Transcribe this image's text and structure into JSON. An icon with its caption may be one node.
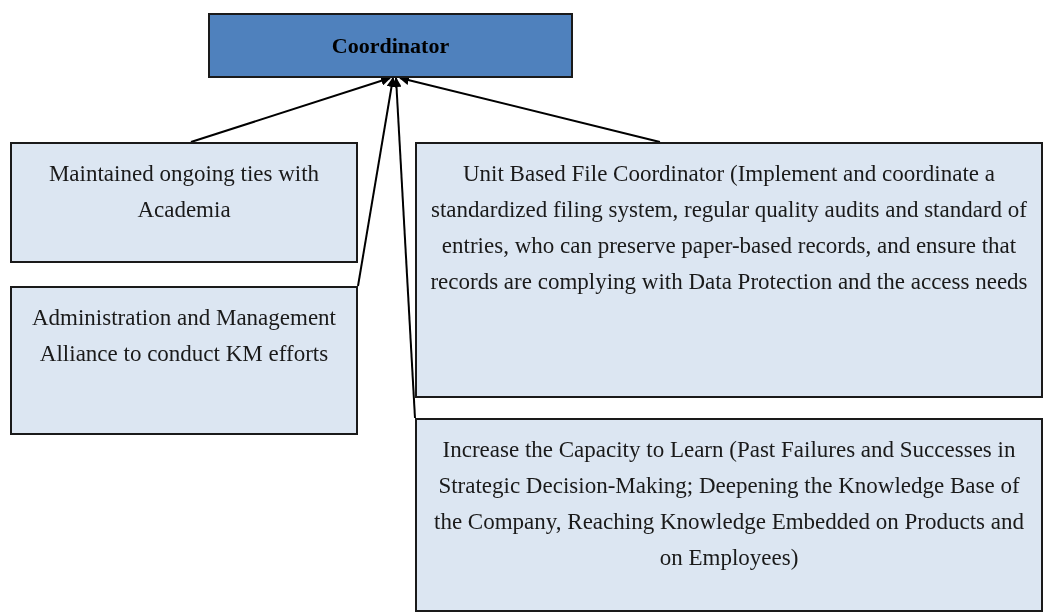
{
  "diagram": {
    "nodes": [
      {
        "text": [
          "Coordinator"
        ]
      },
      {
        "text": [
          "Maintained ongoing ties with Academia"
        ]
      },
      {
        "text": [
          "Administration and Management Alliance to conduct KM efforts"
        ]
      },
      {
        "text": [
          "Unit Based File Coordinator (Implement and coordinate a standardized filing system, regular quality audits and standard of entries, who can preserve paper-based records, and ensure that records are complying with Data Protection and the access needs"
        ]
      },
      {
        "text": [
          "Increase the Capacity to Learn (Past Failures and Successes in Strategic Decision-Making; Deepening the Knowledge Base of the Company, Reaching Knowledge Embedded on Products and on Employees)"
        ]
      }
    ],
    "edges": [
      {
        "from": 1,
        "to": 0,
        "arrow": "to"
      },
      {
        "from": 2,
        "to": 0,
        "arrow": "to"
      },
      {
        "from": 4,
        "to": 0,
        "arrow": "to"
      },
      {
        "from": 3,
        "to": 0,
        "arrow": "to"
      }
    ]
  }
}
